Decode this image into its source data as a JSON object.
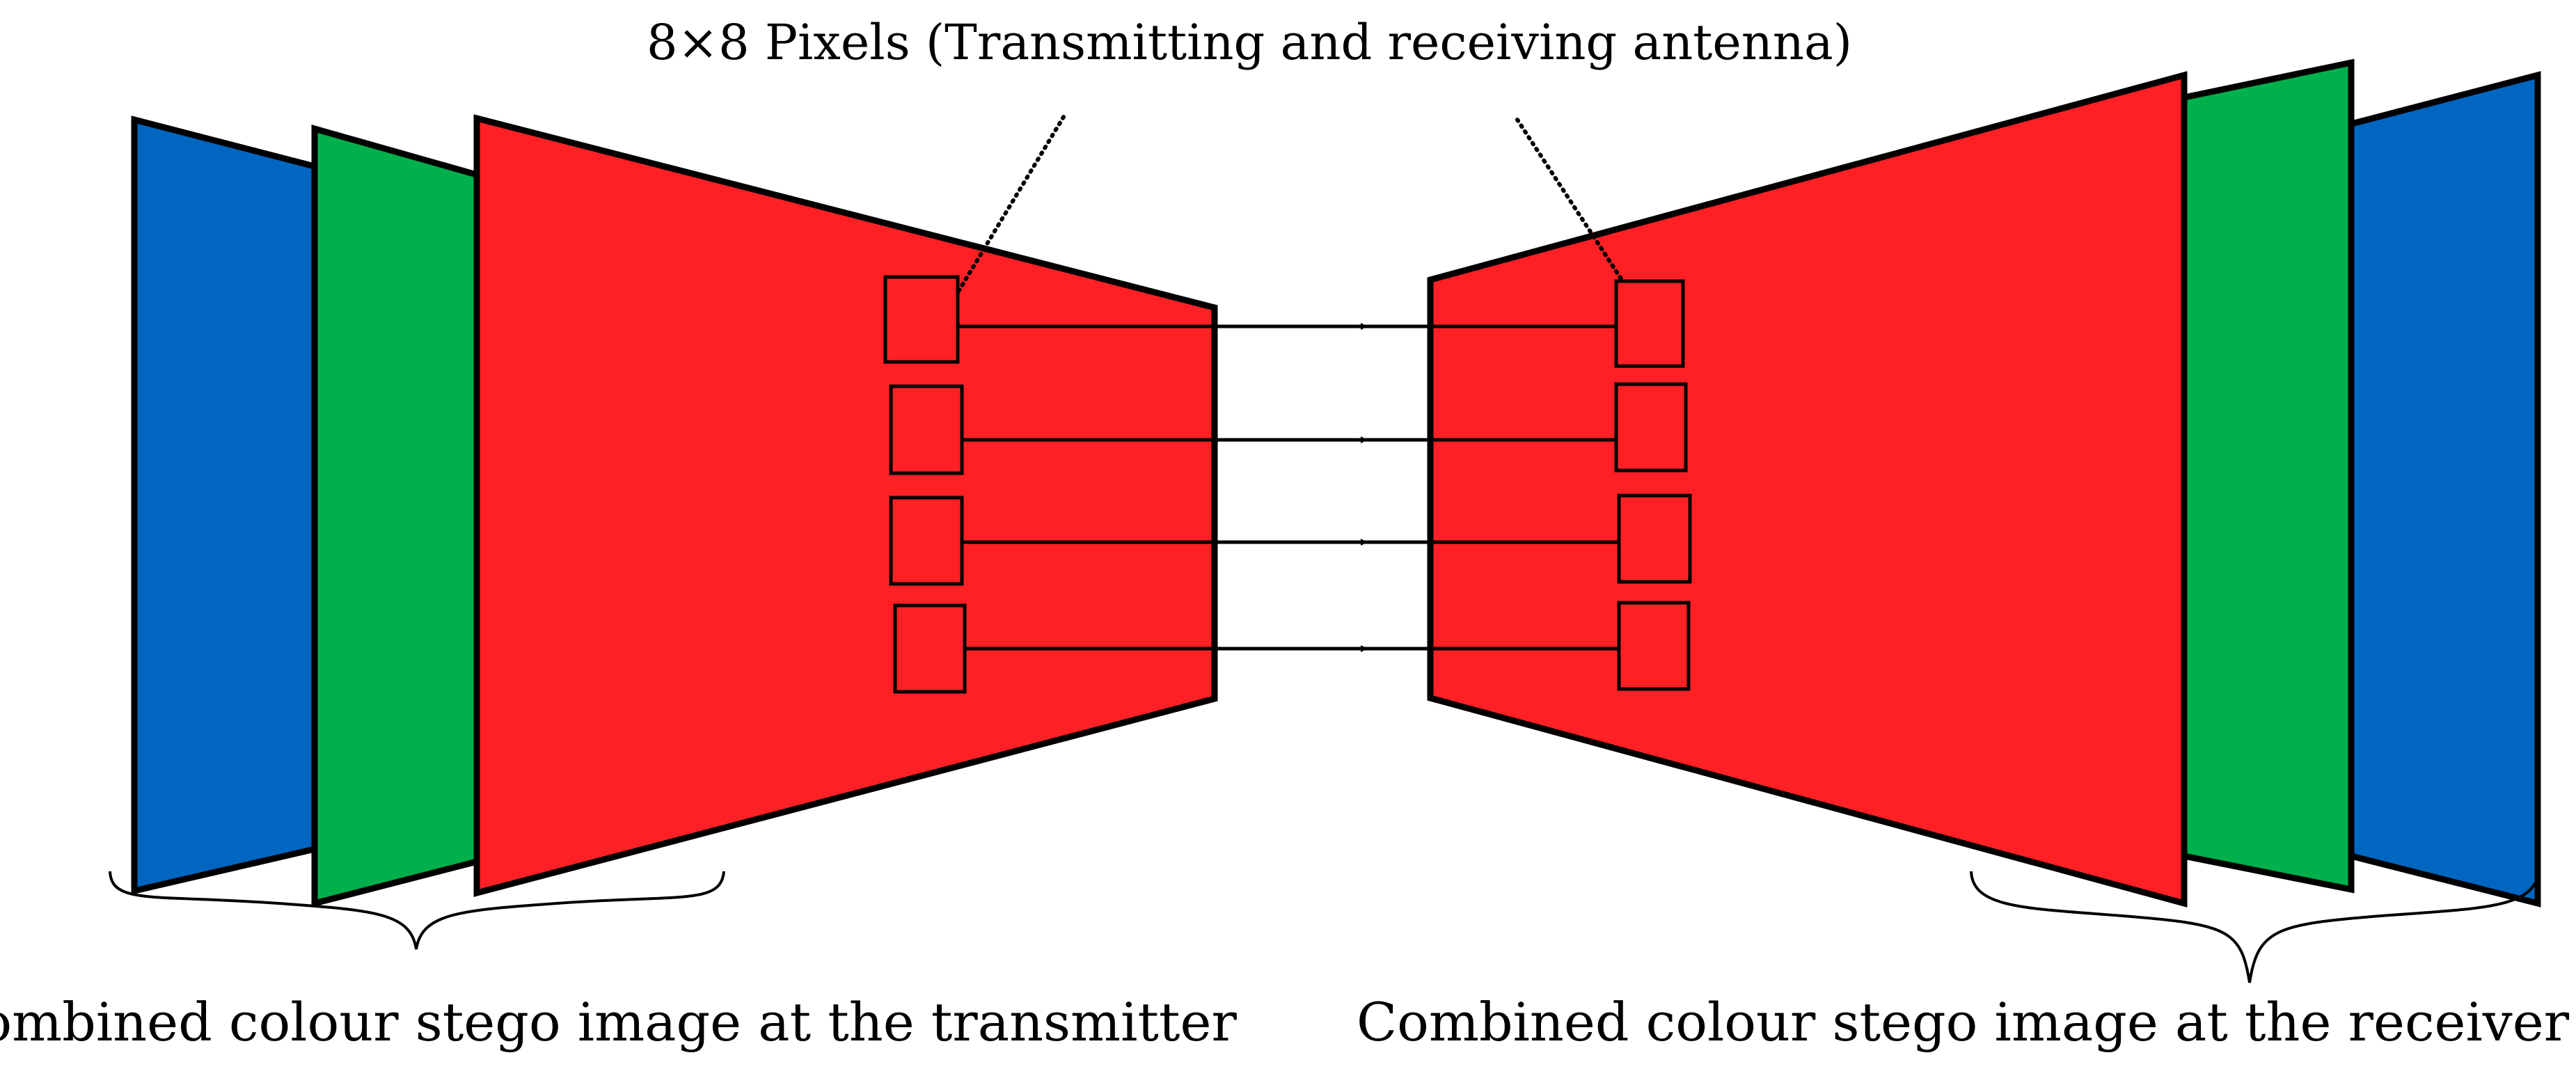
{
  "labels": {
    "top": "8×8 Pixels (Transmitting and receiving antenna)",
    "transmitter": "Combined colour stego image at the transmitter",
    "receiver": "Combined colour stego image at the receiver"
  },
  "colors": {
    "blue": "#0066c0",
    "green": "#00b04c",
    "red": "#ff2026",
    "outline": "#000000"
  },
  "channels": {
    "transmitter": [
      "blue",
      "green",
      "red"
    ],
    "receiver": [
      "red",
      "green",
      "blue"
    ]
  },
  "pixel_links": 4,
  "icons": {
    "arrowhead": "arrowhead-icon"
  }
}
